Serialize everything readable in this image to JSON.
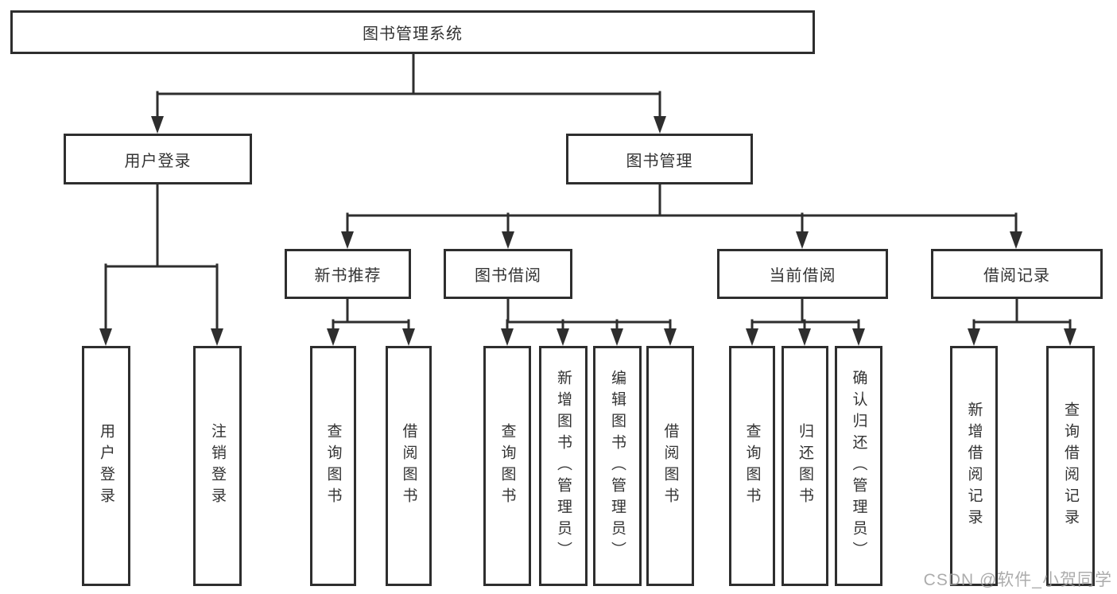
{
  "colors": {
    "background": "#ffffff",
    "line": "#2e2e2e",
    "box_border": "#2e2e2e",
    "box_fill": "#ffffff",
    "text": "#333333",
    "watermark": "#9e9e9e"
  },
  "watermark": {
    "text": "CSDN @软件_小贺同学"
  },
  "tree": {
    "label": "图书管理系统",
    "children": [
      {
        "label": "用户登录",
        "children": [
          {
            "label": "用户登录"
          },
          {
            "label": "注销登录"
          }
        ]
      },
      {
        "label": "图书管理",
        "children": [
          {
            "label": "新书推荐",
            "children": [
              {
                "label": "查询图书"
              },
              {
                "label": "借阅图书"
              }
            ]
          },
          {
            "label": "图书借阅",
            "children": [
              {
                "label": "查询图书"
              },
              {
                "label": "新增图书（管理员）"
              },
              {
                "label": "编辑图书（管理员）"
              },
              {
                "label": "借阅图书"
              }
            ]
          },
          {
            "label": "当前借阅",
            "children": [
              {
                "label": "查询图书"
              },
              {
                "label": "归还图书"
              },
              {
                "label": "确认归还（管理员）"
              }
            ]
          },
          {
            "label": "借阅记录",
            "children": [
              {
                "label": "新增借阅记录"
              },
              {
                "label": "查询借阅记录"
              }
            ]
          }
        ]
      }
    ]
  }
}
